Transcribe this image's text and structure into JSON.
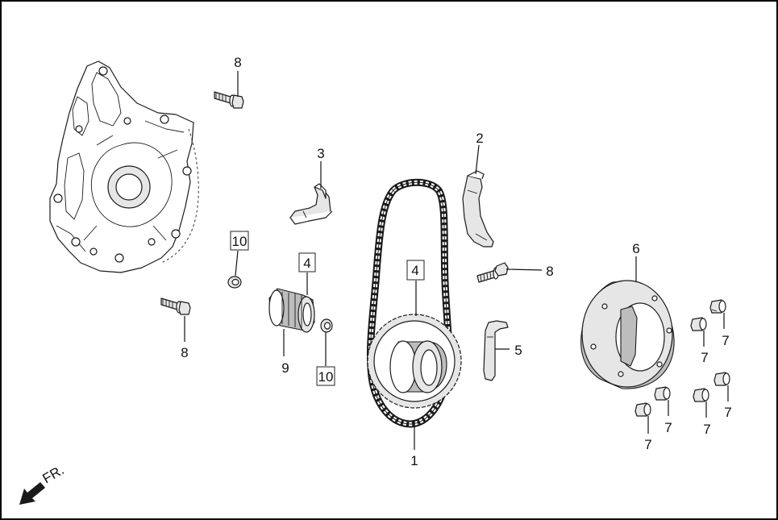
{
  "callouts": [
    {
      "id": "c8a",
      "text": "8",
      "boxed": false
    },
    {
      "id": "c3",
      "text": "3",
      "boxed": false
    },
    {
      "id": "c2",
      "text": "2",
      "boxed": false
    },
    {
      "id": "c10a",
      "text": "10",
      "boxed": true
    },
    {
      "id": "c4a",
      "text": "4",
      "boxed": true
    },
    {
      "id": "c4b",
      "text": "4",
      "boxed": true
    },
    {
      "id": "c8b",
      "text": "8",
      "boxed": false
    },
    {
      "id": "c6",
      "text": "6",
      "boxed": false
    },
    {
      "id": "c5",
      "text": "5",
      "boxed": false
    },
    {
      "id": "c8c",
      "text": "8",
      "boxed": false
    },
    {
      "id": "c9",
      "text": "9",
      "boxed": false
    },
    {
      "id": "c10b",
      "text": "10",
      "boxed": true
    },
    {
      "id": "c1",
      "text": "1",
      "boxed": false
    },
    {
      "id": "c7a",
      "text": "7",
      "boxed": false
    },
    {
      "id": "c7b",
      "text": "7",
      "boxed": false
    },
    {
      "id": "c7c",
      "text": "7",
      "boxed": false
    },
    {
      "id": "c7d",
      "text": "7",
      "boxed": false
    },
    {
      "id": "c7e",
      "text": "7",
      "boxed": false
    },
    {
      "id": "c7f",
      "text": "7",
      "boxed": false
    }
  ],
  "front_indicator": {
    "text": "FR.",
    "icon": "front-arrow-icon"
  },
  "colors": {
    "line": "#1a1a1a",
    "background": "#ffffff",
    "frame": "#000000"
  }
}
